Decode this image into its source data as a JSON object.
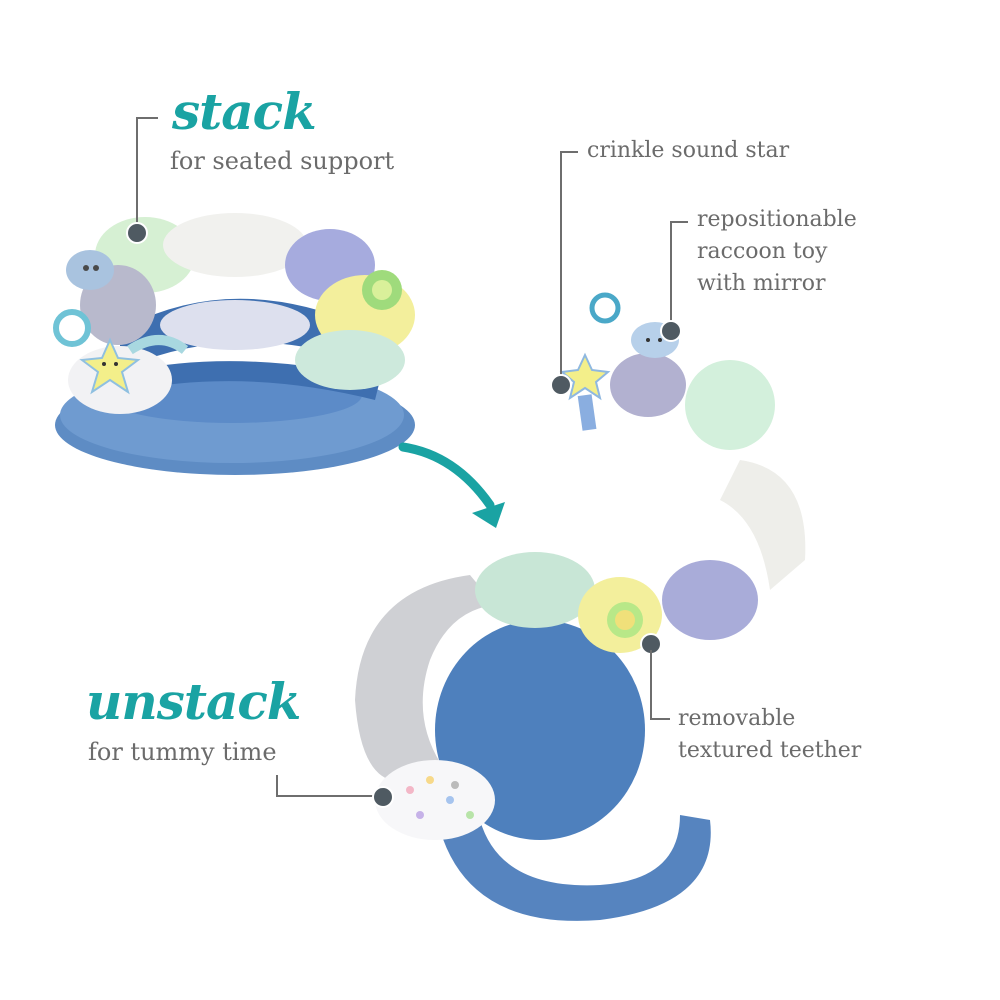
{
  "stack": {
    "heading": "stack",
    "subheading": "for seated support"
  },
  "unstack": {
    "heading": "unstack",
    "subheading": "for tummy time"
  },
  "callouts": {
    "crinkle": "crinkle sound star",
    "raccoon": [
      "repositionable",
      "raccoon toy",
      "with mirror"
    ],
    "teether": [
      "removable",
      "textured teether"
    ]
  },
  "colors": {
    "accent_teal": "#1aa3a3",
    "label_gray": "#6b6b6b",
    "dot_gray": "#4f5a62",
    "denim_blue": "#4f7fb8",
    "mint": "#cfeee0",
    "lavender": "#a9acd9",
    "yellow": "#f3ef9c"
  },
  "icons": {
    "arrow": "curved-arrow-down-right",
    "star": "smiling-star-toy",
    "raccoon": "raccoon-toy",
    "mirror": "ring-mirror",
    "teether": "flower-teether"
  }
}
